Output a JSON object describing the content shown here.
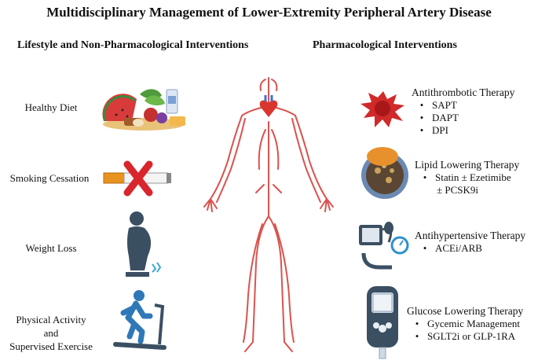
{
  "title": "Multidisciplinary Management of Lower-Extremity Peripheral Artery Disease",
  "left": {
    "heading": "Lifestyle and Non-Pharmacological Interventions",
    "items": [
      {
        "label": "Healthy Diet",
        "icon": "healthy-food-icon"
      },
      {
        "label": "Smoking Cessation",
        "icon": "no-smoking-icon"
      },
      {
        "label": "Weight Loss",
        "icon": "weight-scale-icon"
      },
      {
        "label_lines": [
          "Physical Activity",
          "and",
          "Supervised Exercise"
        ],
        "icon": "treadmill-icon"
      }
    ]
  },
  "right": {
    "heading": "Pharmacological Interventions",
    "therapies": [
      {
        "title": "Antithrombotic Therapy",
        "items": [
          "SAPT",
          "DAPT",
          "DPI"
        ],
        "icon": "platelet-icon"
      },
      {
        "title": "Lipid Lowering Therapy",
        "items": [
          "Statin ± Ezetimibe"
        ],
        "extra": "± PCSK9i",
        "icon": "lipoprotein-icon"
      },
      {
        "title": "Antihypertensive Therapy",
        "items": [
          "ACEi/ARB"
        ],
        "icon": "blood-pressure-monitor-icon"
      },
      {
        "title": "Glucose Lowering Therapy",
        "items": [
          "Gycemic Management",
          "SGLT2i or GLP-1RA"
        ],
        "icon": "glucometer-icon"
      }
    ]
  },
  "center": {
    "icon": "arterial-system-icon"
  }
}
